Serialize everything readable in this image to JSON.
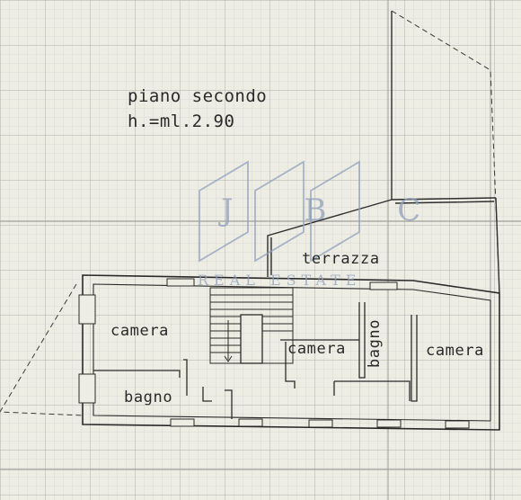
{
  "title": {
    "line1": "piano secondo",
    "line2": "h.=ml.2.90"
  },
  "rooms": {
    "terrace": "terrazza",
    "bedroom_left": "camera",
    "bathroom_left": "bagno",
    "bedroom_center": "camera",
    "bathroom_center": "bagno",
    "bedroom_right": "camera"
  },
  "watermark": {
    "letters": "J B C",
    "tagline": "REAL ESTATE",
    "color": "#8fa0bd"
  },
  "colors": {
    "paper": "#eeede4",
    "ink": "#2a2a2a",
    "grid": "#b9bab4"
  }
}
